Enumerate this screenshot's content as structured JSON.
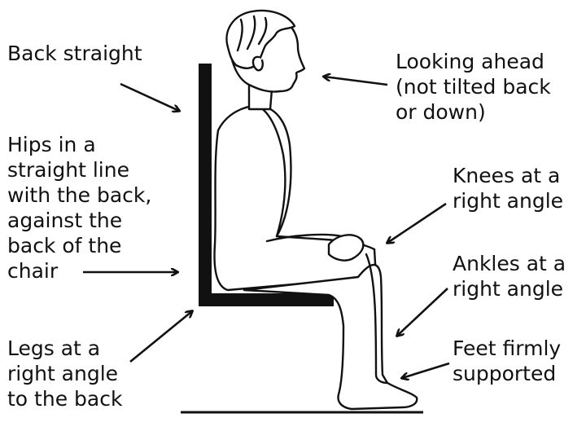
{
  "colors": {
    "ink": "#111111",
    "background": "#ffffff"
  },
  "labels": {
    "back": {
      "lines": [
        "Back straight"
      ]
    },
    "looking": {
      "lines": [
        "Looking ahead",
        "(not tilted back",
        "or down)"
      ]
    },
    "hips": {
      "lines": [
        "Hips in a",
        "straight line",
        "with the back,",
        "against the",
        "back of the",
        "chair"
      ]
    },
    "knees": {
      "lines": [
        "Knees at a",
        "right angle"
      ]
    },
    "ankles": {
      "lines": [
        "Ankles at a",
        "right angle"
      ]
    },
    "legs": {
      "lines": [
        "Legs at a",
        "right angle",
        "to the back"
      ]
    },
    "feet": {
      "lines": [
        "Feet firmly",
        "supported"
      ]
    }
  }
}
